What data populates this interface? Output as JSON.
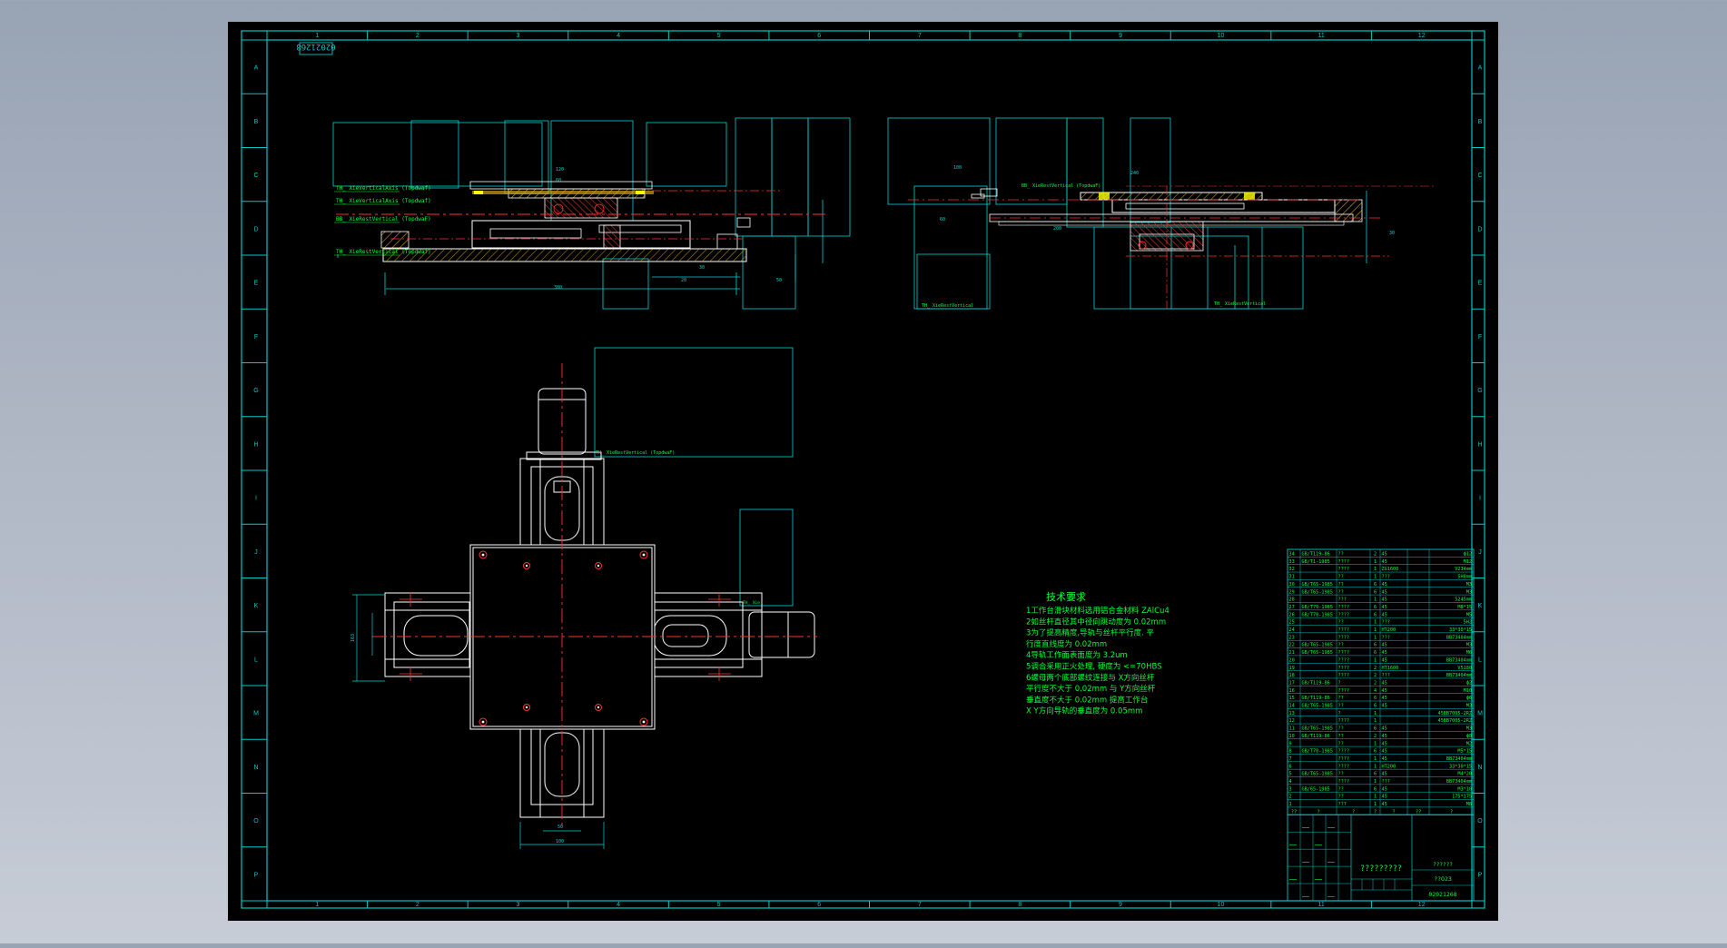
{
  "sheet": {
    "drawing_number": "02021268",
    "column_labels": [
      "1",
      "2",
      "3",
      "4",
      "5",
      "6",
      "7",
      "8",
      "9",
      "10",
      "11",
      "12"
    ],
    "row_labels": [
      "A",
      "B",
      "C",
      "D",
      "E",
      "F",
      "G",
      "H",
      "I",
      "J",
      "K",
      "L",
      "M",
      "N",
      "O",
      "P"
    ]
  },
  "colors": {
    "background": "#000000",
    "frame": "#00c8c8",
    "geometry": "#ffffff",
    "centerline": "#ff3030",
    "notes": "#00ff3c",
    "hatch": "#d4a017",
    "dimension": "#00d2d2"
  },
  "notes": {
    "title": "技术要求",
    "lines": [
      "1工作台滑块材料选用铝合金材料 ZAlCu4",
      "2如丝杆直径其中径向跳动度为 0.02mm",
      "3为了提高精度,导轨与丝杆平行度. 平",
      "行度直线度为 0.02mm",
      "4导轨工作面表面度为 3.2um",
      "5调合采用正火处理, 硬度为 <=70HBS",
      "6螺母两个底部螺纹连接与 X方向丝杆",
      "平行度不大于 0.02mm 与 Y方向丝杆",
      "垂直度不大于 0.02mm 提高工作台",
      "X  Y方向导轨的垂直度为 0.05mm"
    ]
  },
  "bom": {
    "rows": [
      [
        "34",
        "GB/T119-86",
        "??",
        "2",
        "45",
        "",
        "ф12"
      ],
      [
        "33",
        "GB/T1-1985",
        "????",
        "1",
        "45",
        "",
        "M12"
      ],
      [
        "32",
        "",
        "????",
        "1",
        "ZG1600",
        "",
        "V234mm"
      ],
      [
        "31",
        "",
        "??",
        "1",
        "???",
        "",
        "5H8mm"
      ],
      [
        "30",
        "GB/T65-1985",
        "??",
        "6",
        "45",
        "",
        "M3"
      ],
      [
        "29",
        "GB/T65-1985",
        "??",
        "6",
        "45",
        "",
        "M3"
      ],
      [
        "28",
        "",
        "???",
        "1",
        "45",
        "",
        "5245mm"
      ],
      [
        "27",
        "GB/T70-1985",
        "????",
        "6",
        "45",
        "",
        "M8*15"
      ],
      [
        "26",
        "GB/T70-1985",
        "????",
        "6",
        "45",
        "",
        "M5"
      ],
      [
        "25",
        "",
        "??",
        "1",
        "???",
        "",
        "5H2"
      ],
      [
        "24",
        "",
        "????",
        "1",
        "HT200",
        "",
        "33*30*15"
      ],
      [
        "23",
        "",
        "????",
        "1",
        "???",
        "",
        "BB73404mm"
      ],
      [
        "22",
        "GB/T65-1985",
        "??",
        "6",
        "45",
        "",
        "M3"
      ],
      [
        "21",
        "GB/T65-1985",
        "????",
        "6",
        "45",
        "",
        "M6"
      ],
      [
        "20",
        "",
        "????",
        "1",
        "45",
        "",
        "BB73404mm"
      ],
      [
        "19",
        "",
        "????",
        "2",
        "HT1600",
        "",
        "V5180"
      ],
      [
        "18",
        "",
        "????",
        "2",
        "???",
        "",
        "BB73404mm"
      ],
      [
        "17",
        "GB/T119-86",
        "?",
        "2",
        "45",
        "",
        "ф2"
      ],
      [
        "16",
        "",
        "????",
        "4",
        "45",
        "",
        "M10"
      ],
      [
        "15",
        "GB/T119-86",
        "??",
        "6",
        "45",
        "",
        "ф6"
      ],
      [
        "14",
        "GB/T65-1985",
        "??",
        "6",
        "45",
        "",
        "M3"
      ],
      [
        "13",
        "",
        "?",
        "1",
        "",
        "",
        "45BB7005-2RZ"
      ],
      [
        "12",
        "",
        "????",
        "1",
        "",
        "",
        "45BB7005-2RZ"
      ],
      [
        "11",
        "GB/T65-1985",
        "??",
        "6",
        "45",
        "",
        "M3"
      ],
      [
        "10",
        "GB/T119-86",
        "??",
        "2",
        "45",
        "",
        "ф8"
      ],
      [
        "9",
        "",
        "??",
        "1",
        "45",
        "",
        "M2"
      ],
      [
        "8",
        "GB/T70-1985",
        "????",
        "6",
        "45",
        "",
        "M5*15"
      ],
      [
        "7",
        "",
        "????",
        "1",
        "45",
        "",
        "BB73404mm"
      ],
      [
        "6",
        "",
        "????",
        "1",
        "HT200",
        "",
        "33*30*15"
      ],
      [
        "5",
        "GB/T65-1985",
        "??",
        "6",
        "45",
        "",
        "M4*20"
      ],
      [
        "4",
        "",
        "????",
        "1",
        "???",
        "",
        "BB73404mm"
      ],
      [
        "3",
        "GB/65-1985",
        "??",
        "6",
        "45",
        "",
        "M3*10"
      ],
      [
        "2",
        "",
        "??",
        "1",
        "45",
        "",
        "175*175"
      ],
      [
        "1",
        "",
        "???",
        "1",
        "45",
        "",
        "M8"
      ]
    ],
    "header": [
      "??",
      "?",
      "?",
      "?",
      "?",
      "??",
      "?"
    ],
    "company": "??????",
    "drawing_title": "?????????",
    "part_code": "??O23",
    "drawing_number": "02021268"
  },
  "sections": {
    "labels": {
      "x_section": [
        "TH_ XieVerticalAxis (Topdwaf)",
        "TH_ XieVerticalAxis (Topdwaf)",
        "BB_ XieRestVertical (TopdwaF)",
        "TH_ XieRestVertical (Topdwaf)"
      ],
      "top_view": "TH_ XieRestVertical (TopdwaF)"
    }
  }
}
